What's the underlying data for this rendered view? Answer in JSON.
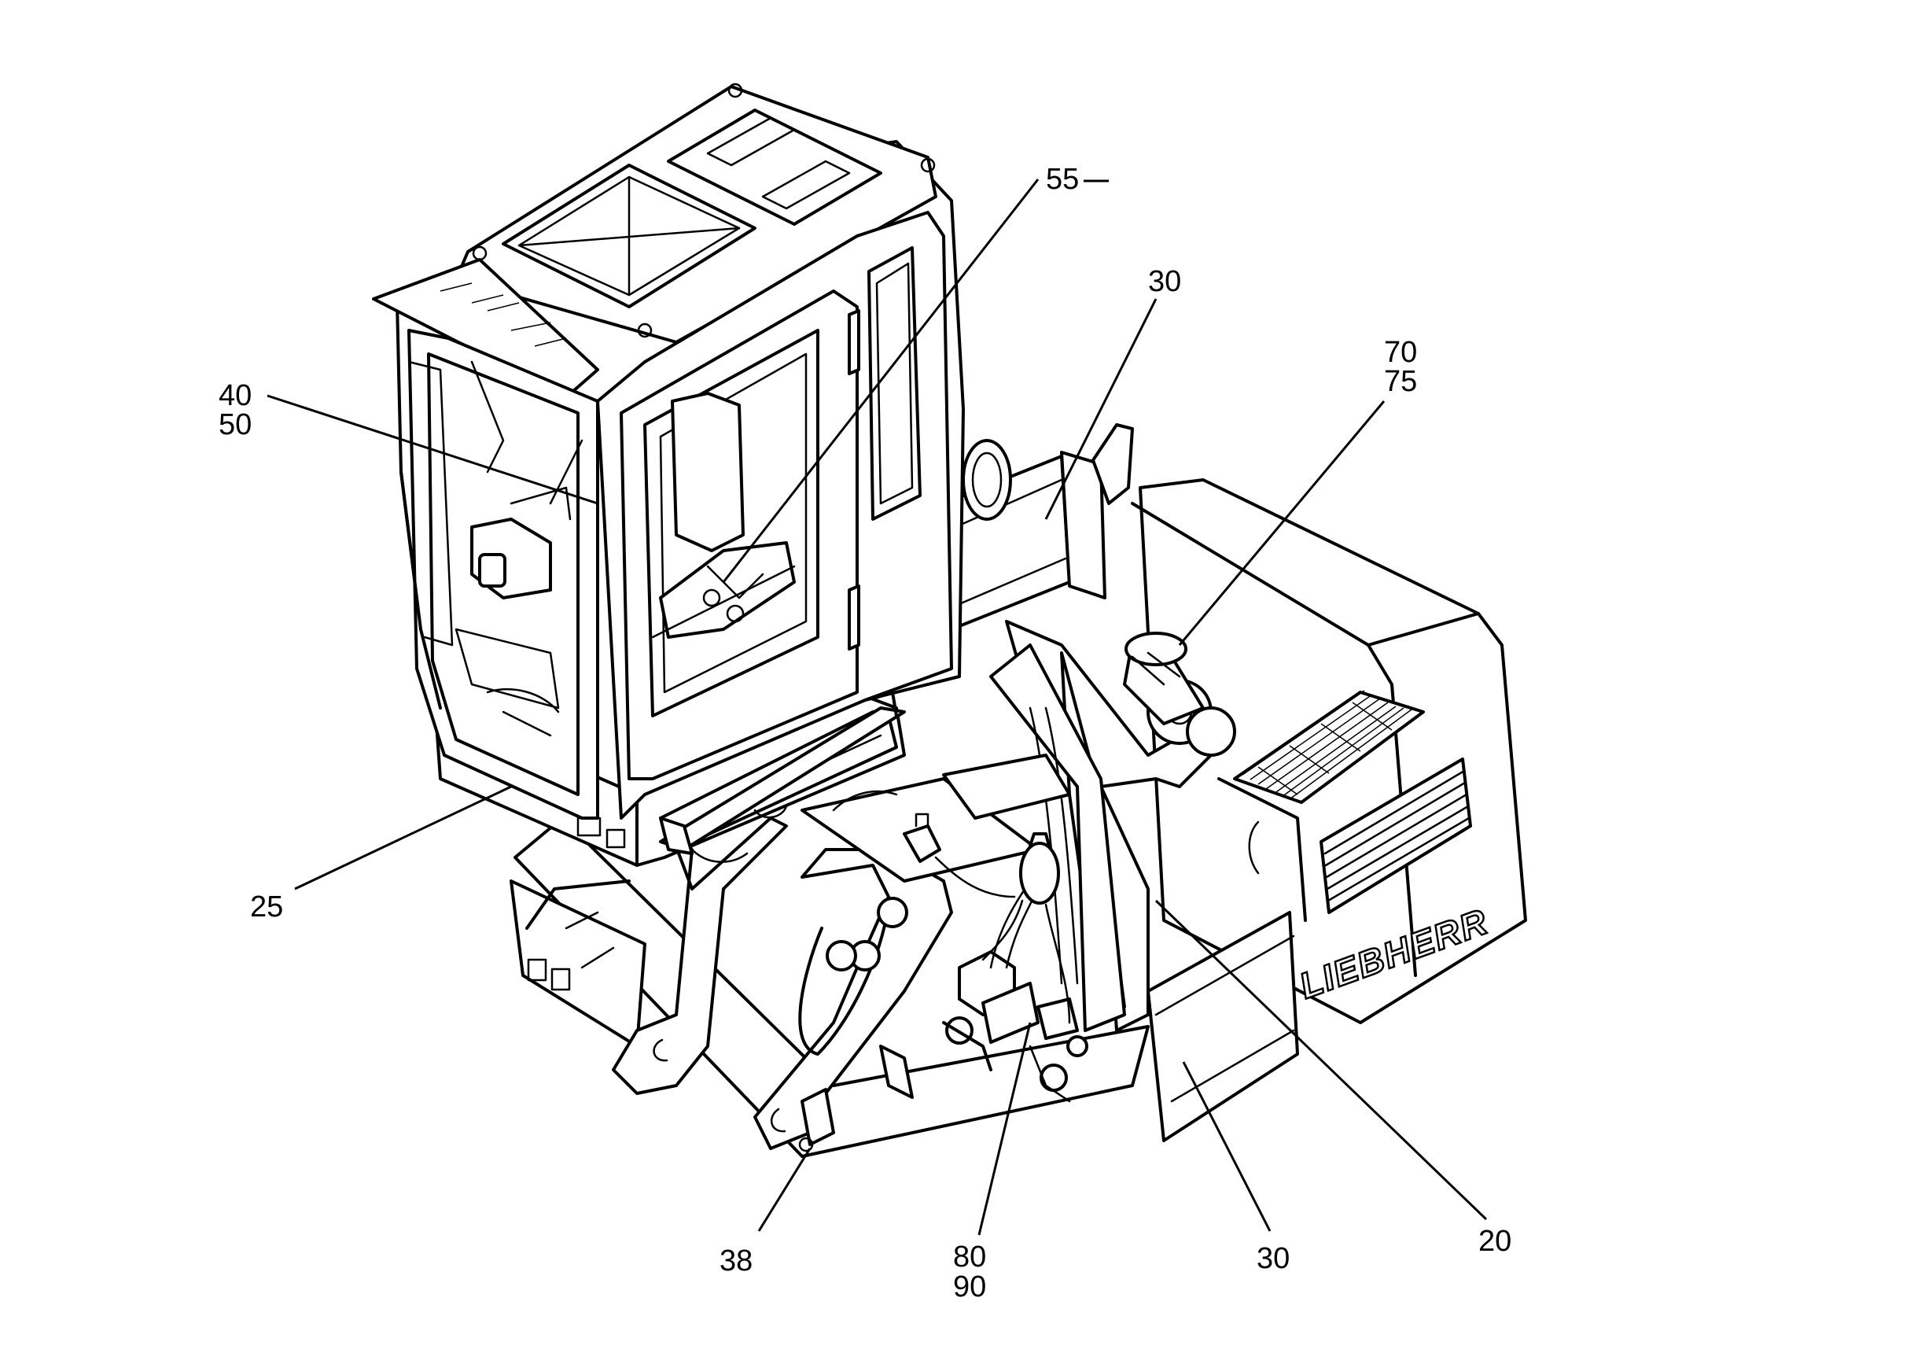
{
  "callouts": {
    "c55": "55",
    "c30_top": "30",
    "c70": "70",
    "c75": "75",
    "c40": "40",
    "c50": "50",
    "c25": "25",
    "c38": "38",
    "c80": "80",
    "c90": "90",
    "c30_bottom": "30",
    "c20": "20"
  },
  "brand_mark": "LIEBHERR",
  "line_color": "#000000",
  "background_color": "#ffffff"
}
